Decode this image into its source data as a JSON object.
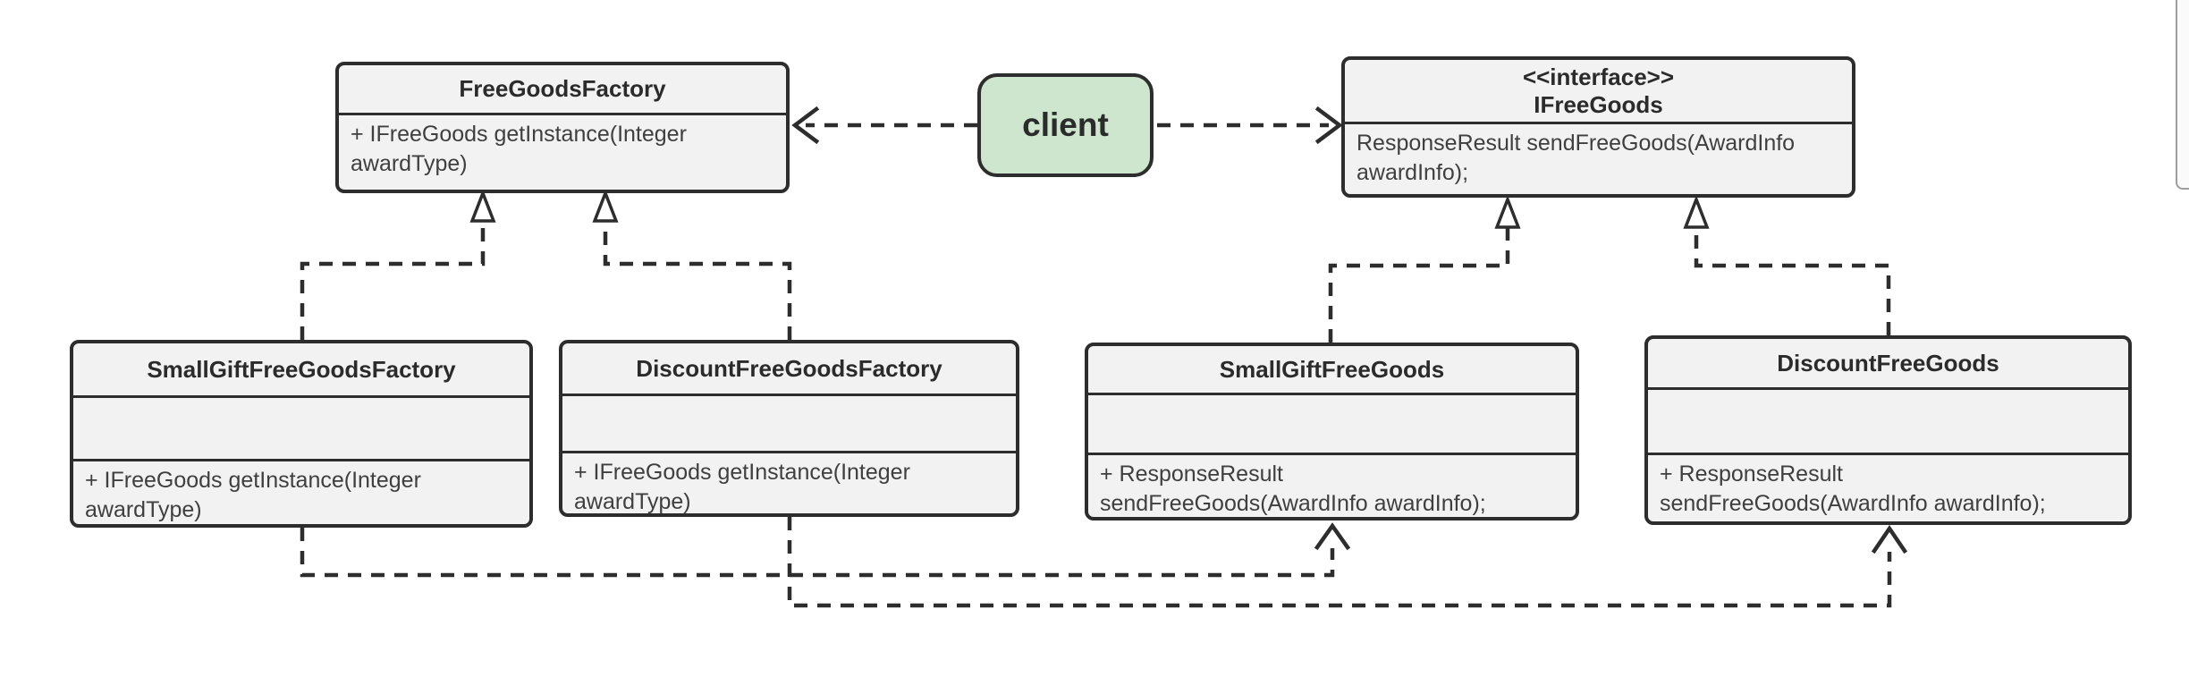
{
  "colors": {
    "canvas_bg": "#ffffff",
    "node_fill": "#f2f2f2",
    "client_fill": "#cde6cd",
    "stroke": "#2d2d2d",
    "title_text": "#2b2b2b",
    "text": "#3f3f3f"
  },
  "client": {
    "label": "client"
  },
  "classes": {
    "free_goods_factory": {
      "name": "FreeGoodsFactory",
      "method_lines": [
        "+ IFreeGoods getInstance(Integer",
        "awardType)"
      ]
    },
    "ifree_goods": {
      "stereotype": "<<interface>>",
      "name": "IFreeGoods",
      "method_lines": [
        "ResponseResult sendFreeGoods(AwardInfo",
        "awardInfo);"
      ]
    },
    "small_gift_free_goods_factory": {
      "name": "SmallGiftFreeGoodsFactory",
      "fields": "",
      "method_lines": [
        "+ IFreeGoods getInstance(Integer",
        "awardType)"
      ]
    },
    "discount_free_goods_factory": {
      "name": "DiscountFreeGoodsFactory",
      "fields": "",
      "method_lines": [
        "+ IFreeGoods getInstance(Integer",
        "awardType)"
      ]
    },
    "small_gift_free_goods": {
      "name": "SmallGiftFreeGoods",
      "fields": "",
      "method_lines": [
        "+ ResponseResult",
        "sendFreeGoods(AwardInfo awardInfo);"
      ]
    },
    "discount_free_goods": {
      "name": "DiscountFreeGoods",
      "fields": "",
      "method_lines": [
        "+ ResponseResult",
        "sendFreeGoods(AwardInfo awardInfo);"
      ]
    }
  },
  "relations": [
    {
      "from": "client",
      "to": "FreeGoodsFactory",
      "type": "dashed-dependency-open-arrow"
    },
    {
      "from": "client",
      "to": "IFreeGoods",
      "type": "dashed-dependency-open-arrow"
    },
    {
      "from": "SmallGiftFreeGoodsFactory",
      "to": "FreeGoodsFactory",
      "type": "dashed-hollow-triangle"
    },
    {
      "from": "DiscountFreeGoodsFactory",
      "to": "FreeGoodsFactory",
      "type": "dashed-hollow-triangle"
    },
    {
      "from": "SmallGiftFreeGoods",
      "to": "IFreeGoods",
      "type": "dashed-hollow-triangle"
    },
    {
      "from": "DiscountFreeGoods",
      "to": "IFreeGoods",
      "type": "dashed-hollow-triangle"
    },
    {
      "from": "SmallGiftFreeGoodsFactory",
      "to": "SmallGiftFreeGoods",
      "type": "dashed-dependency-open-arrow"
    },
    {
      "from": "DiscountFreeGoodsFactory",
      "to": "DiscountFreeGoods",
      "type": "dashed-dependency-open-arrow"
    }
  ]
}
